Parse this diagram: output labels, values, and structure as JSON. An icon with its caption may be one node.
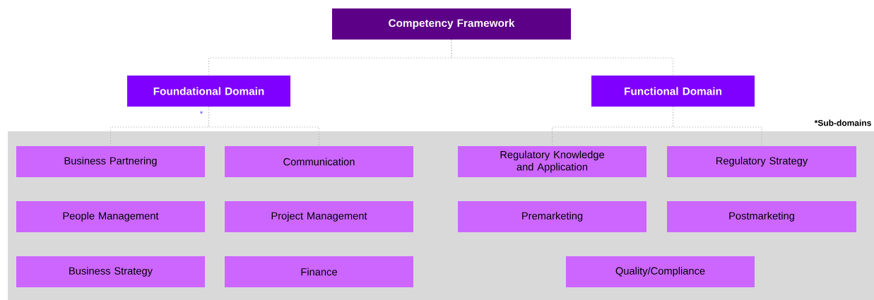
{
  "diagram": {
    "nodes": [
      {
        "text": [
          "Competency Framework"
        ]
      },
      {
        "text": [
          "Foundational Domain"
        ]
      },
      {
        "text": [
          "Functional Domain"
        ]
      },
      {
        "text": [],
        "shape": "band"
      },
      {
        "text": [
          "Business Partnering"
        ],
        "in": 3
      },
      {
        "text": [
          "Communication"
        ],
        "in": 3
      },
      {
        "text": [
          "Regulatory Knowledge and Application"
        ],
        "in": 3
      },
      {
        "text": [
          "Regulatory Strategy"
        ],
        "in": 3
      },
      {
        "text": [
          "People Management"
        ],
        "in": 3
      },
      {
        "text": [
          "Project Management"
        ],
        "in": 3
      },
      {
        "text": [
          "Premarketing"
        ],
        "in": 3
      },
      {
        "text": [
          "Postmarketing"
        ],
        "in": 3
      },
      {
        "text": [
          "Business Strategy"
        ],
        "in": 3
      },
      {
        "text": [
          "Finance"
        ],
        "in": 3
      },
      {
        "text": [
          "Quality/Compliance"
        ],
        "in": 3
      }
    ],
    "edges": [
      {
        "from": 0,
        "to": 1,
        "arrow": "none"
      },
      {
        "from": 0,
        "to": 2,
        "arrow": "none"
      },
      {
        "from": 1,
        "to": 4,
        "arrow": "none"
      },
      {
        "from": 1,
        "to": 5,
        "arrow": "none"
      },
      {
        "from": 2,
        "to": 6,
        "arrow": "none"
      },
      {
        "from": 2,
        "to": 7,
        "arrow": "none"
      }
    ],
    "labels": [
      "*",
      "*Sub-domains"
    ]
  }
}
